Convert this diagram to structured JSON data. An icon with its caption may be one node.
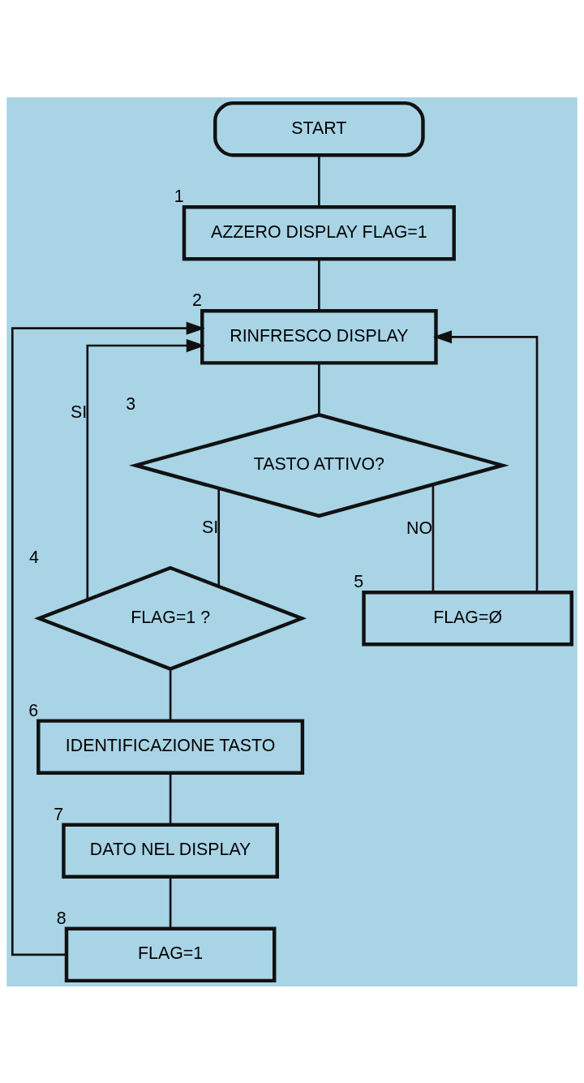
{
  "diagram": {
    "nodes": [
      {
        "text": [
          "START"
        ]
      },
      {
        "text": [
          "AZZERO DISPLAY FLAG=1"
        ],
        "beside": [
          "1"
        ]
      },
      {
        "text": [
          "RINFRESCO DISPLAY"
        ],
        "beside": [
          "2"
        ]
      },
      {
        "text": [
          "TASTO ATTIVO?"
        ],
        "beside": [
          "3"
        ]
      },
      {
        "text": [
          "FLAG=1 ?"
        ],
        "beside": [
          "4"
        ]
      },
      {
        "text": [
          "FLAG=Ø"
        ],
        "beside": [
          "5"
        ]
      },
      {
        "text": [
          "IDENTIFICAZIONE TASTO"
        ],
        "beside": [
          "6"
        ]
      },
      {
        "text": [
          "DATO NEL DISPLAY"
        ],
        "beside": [
          "7"
        ]
      },
      {
        "text": [
          "FLAG=1"
        ],
        "beside": [
          "8"
        ]
      }
    ],
    "edges": [
      {
        "from": 0,
        "to": 1,
        "arrow": "none"
      },
      {
        "from": 1,
        "to": 2,
        "arrow": "none"
      },
      {
        "from": 2,
        "to": 3,
        "arrow": "none"
      },
      {
        "from": 3,
        "to": 5,
        "arrow": "none",
        "label": "NO"
      },
      {
        "from": 3,
        "to": 4,
        "arrow": "none",
        "label": "SI"
      },
      {
        "from": 4,
        "to": 2,
        "arrow": "to",
        "label": "SI"
      },
      {
        "from": 5,
        "to": 2,
        "arrow": "to"
      },
      {
        "from": 4,
        "to": 6,
        "arrow": "none"
      },
      {
        "from": 6,
        "to": 7,
        "arrow": "none"
      },
      {
        "from": 7,
        "to": 8,
        "arrow": "none"
      },
      {
        "from": 8,
        "to": 2,
        "arrow": "to"
      }
    ]
  }
}
